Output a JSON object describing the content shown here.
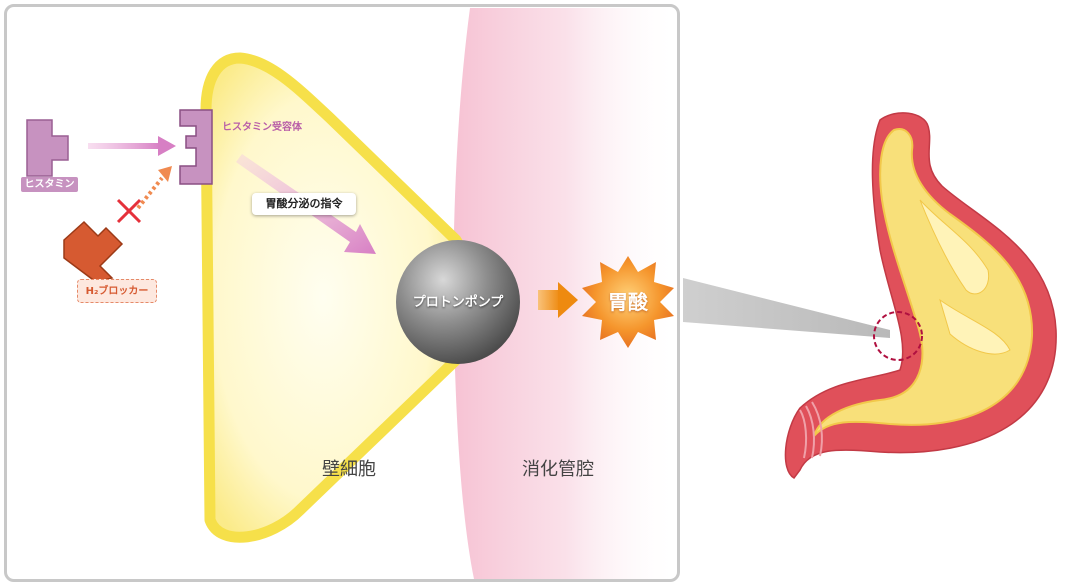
{
  "labels": {
    "histamine": "ヒスタミン",
    "histamine_receptor": "ヒスタミン受容体",
    "h2_blocker": "H₂ブロッカー",
    "acid_secretion_signal": "胃酸分泌の指令",
    "proton_pump": "プロトンポンプ",
    "gastric_acid": "胃酸",
    "parietal_cell": "壁細胞",
    "gastric_lumen": "消化管腔"
  },
  "colors": {
    "histamine": "#c792c0",
    "blocker": "#d65a31",
    "cell_border": "#f6e04a",
    "cell_fill": "#fffbd8",
    "lumen": "#f6cad8",
    "pump": "#7a7a7a",
    "acid": "#f08a24",
    "stomach_wall": "#e0505a",
    "stomach_content": "#f8e07a",
    "frame": "#c8c8c8"
  },
  "icons": [
    "histamine-shape-icon",
    "receptor-shape-icon",
    "blocker-shape-icon",
    "cross-mark-icon",
    "proton-pump-sphere-icon",
    "acid-burst-icon",
    "stomach-illustration"
  ]
}
